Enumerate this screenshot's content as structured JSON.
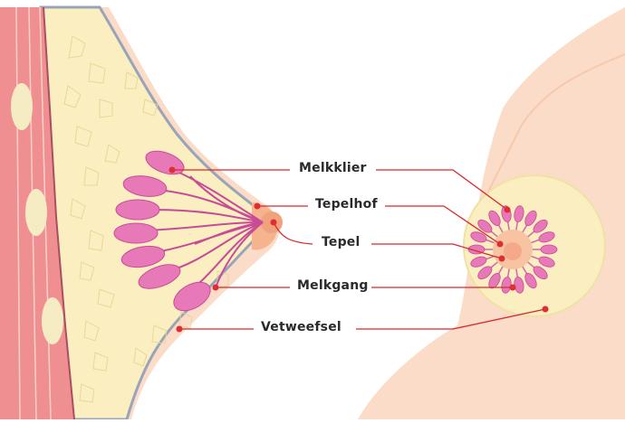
{
  "labels": {
    "melkklier": "Melkklier",
    "tepelhof": "Tepelhof",
    "tepel": "Tepel",
    "melkgang": "Melkgang",
    "vetweefsel": "Vetweefsel"
  },
  "colors": {
    "skin": "#fbdcc8",
    "skin_shadow": "#f6c9ad",
    "muscle": "#ef8f92",
    "fat": "#fbeec0",
    "lobe": "#e879b9",
    "lobe_dark": "#c84b97",
    "leader_line": "#d8282d",
    "dot": "#e02c33",
    "areola": "#f5a98a"
  }
}
